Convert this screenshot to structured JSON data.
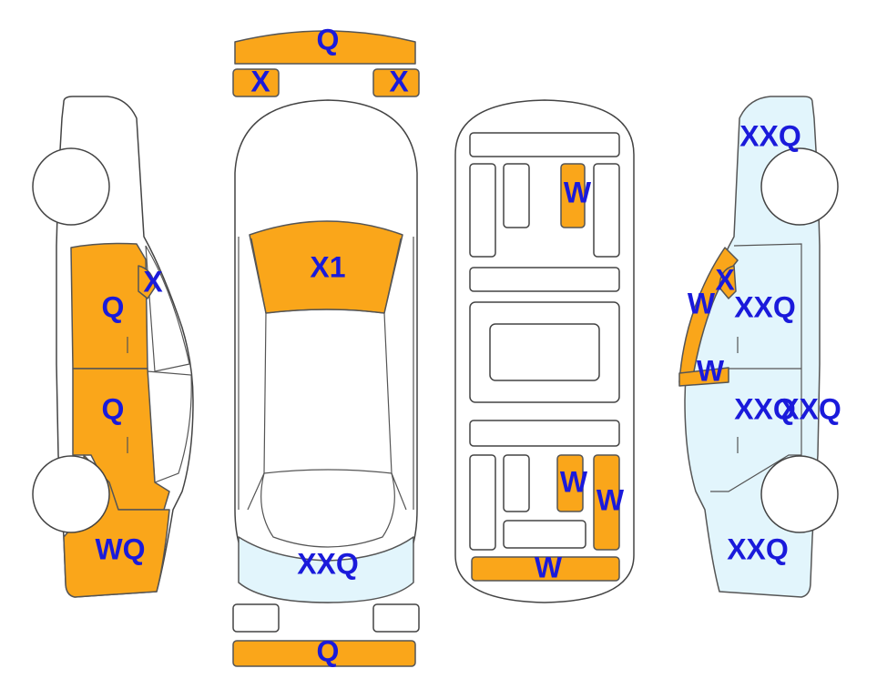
{
  "colors": {
    "damage_fill": "#FAA61A",
    "light_fill": "#E2F5FC",
    "label": "#1A1ADB",
    "outline": "#444444"
  },
  "labels": {
    "front_bumper": "Q",
    "front_left_light": "X",
    "front_right_light": "X",
    "hood": "X1",
    "top_rear_window": "XXQ",
    "rear_bumper": "Q",
    "interior_seat_front": "W",
    "interior_seat_rear_left": "W",
    "interior_seat_rear_right": "W",
    "interior_trunk": "W",
    "left_mirror": "X",
    "left_front_door": "Q",
    "left_rear_door": "Q",
    "left_rear_quarter": "WQ",
    "right_front_fender": "XXQ",
    "right_mirror": "X",
    "right_front_pillar": "W",
    "right_front_door": "XXQ",
    "right_rocker": "W",
    "right_rear_door": "XXQ",
    "right_rear_door_2": "XXQ",
    "right_rear_quarter": "XXQ"
  }
}
